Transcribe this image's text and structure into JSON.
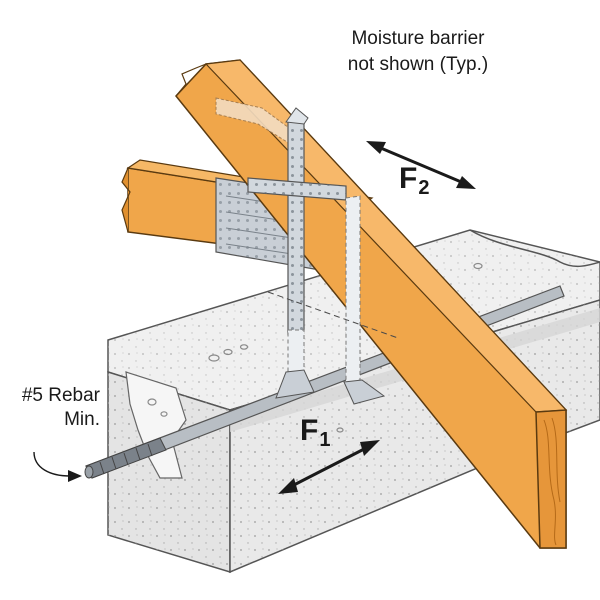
{
  "note": {
    "line1": "Moisture barrier",
    "line2": "not shown (Typ.)"
  },
  "rebar": {
    "line1": "#5 Rebar",
    "line2": "Min."
  },
  "forces": {
    "f2": {
      "letter": "F",
      "index": "2"
    },
    "f1": {
      "letter": "F",
      "index": "1"
    }
  },
  "colors": {
    "wood": "#f0a64a",
    "wood_dark": "#c97c22",
    "wood_grain": "#b56a18",
    "concrete": "#e6e6e6",
    "concrete_top": "#f2f2f2",
    "concrete_shadow": "#cfcfcf",
    "steel": "#c9cfd6",
    "steel_dark": "#8d959e",
    "ink": "#1a1a1a"
  },
  "icons": {
    "double_arrow": "double-headed-arrow",
    "rebar": "rebar-bar",
    "hurricane_tie": "metal-strap-tie"
  }
}
